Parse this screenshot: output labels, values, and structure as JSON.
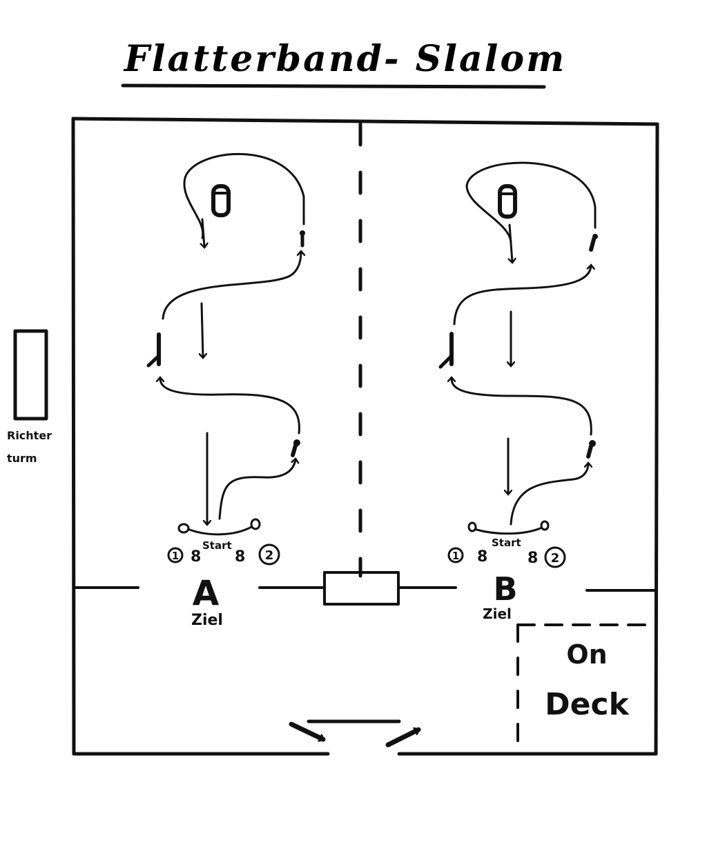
{
  "title": "Flatterband- Slalom",
  "judge_tower": {
    "line1": "Richter",
    "line2": "turm"
  },
  "lanes": [
    {
      "label": "A",
      "start": "Start",
      "finish": "Ziel",
      "rider_left": "1",
      "rider_right": "2"
    },
    {
      "label": "B",
      "start": "Start",
      "finish": "Ziel",
      "rider_left": "1",
      "rider_right": "2"
    }
  ],
  "on_deck": {
    "line1": "On",
    "line2": "Deck"
  },
  "colors": {
    "ink": "#111111",
    "paper": "#ffffff"
  },
  "icons": [
    "barrel-icon",
    "pole-icon",
    "flag-pole-icon",
    "arrow-icon",
    "rider-icon"
  ]
}
